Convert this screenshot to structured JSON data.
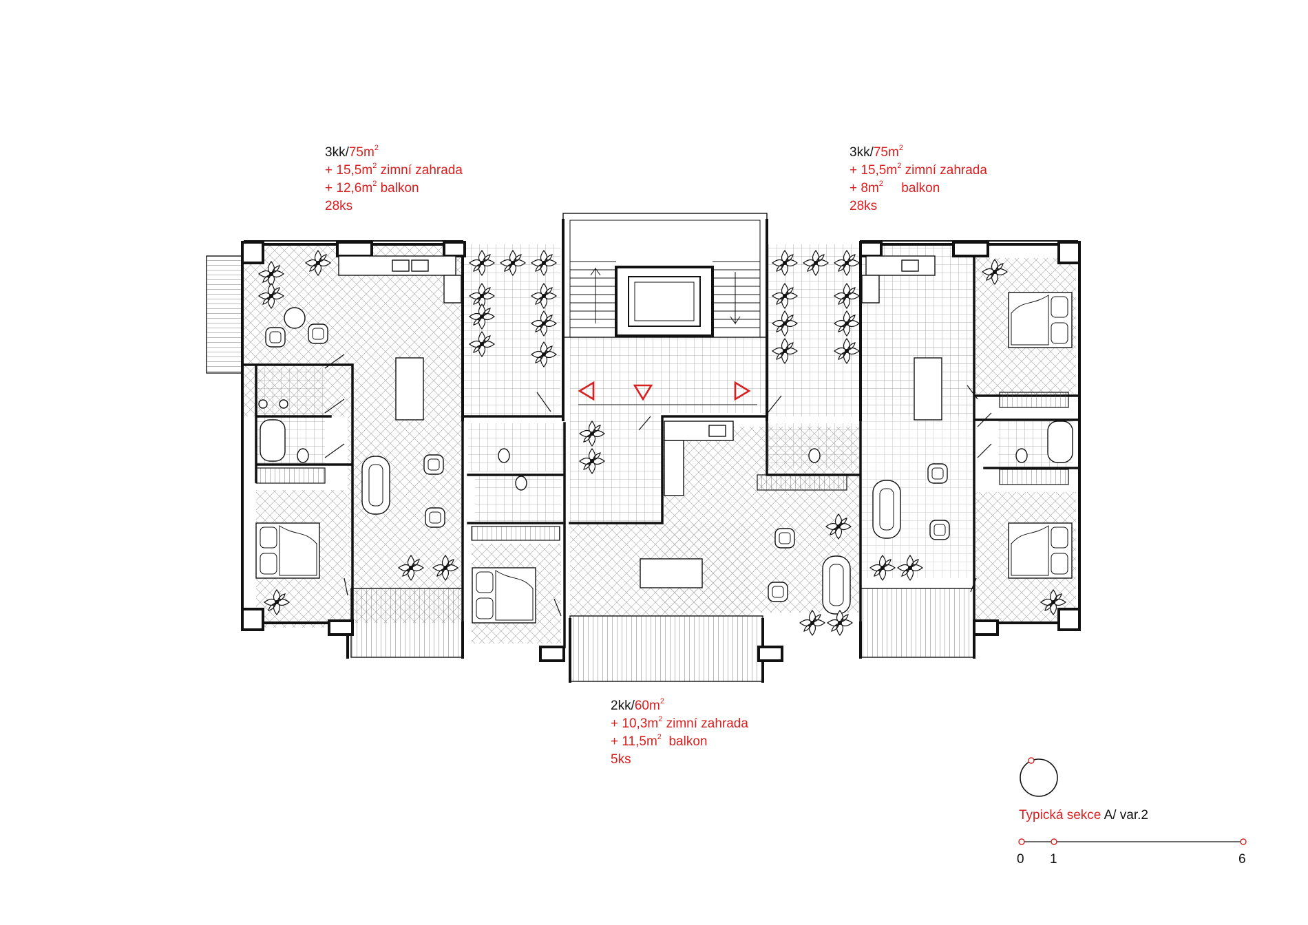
{
  "units": [
    {
      "id": "unit-top-left",
      "type": "3kk/",
      "area": "75m",
      "winter_garden": {
        "prefix": "+ 15,5m",
        "suffix": " zimní zahrada"
      },
      "balcony": {
        "prefix": "+ 12,6m",
        "suffix": " balkon"
      },
      "count": "28ks"
    },
    {
      "id": "unit-top-right",
      "type": "3kk/",
      "area": "75m",
      "winter_garden": {
        "prefix": "+ 15,5m",
        "suffix": " zimní zahrada"
      },
      "balcony": {
        "prefix": "+ 8m",
        "suffix": "     balkon"
      },
      "count": "28ks"
    },
    {
      "id": "unit-bottom-center",
      "type": "2kk/",
      "area": "60m",
      "winter_garden": {
        "prefix": "+ 10,3m",
        "suffix": " zimní zahrada"
      },
      "balcony": {
        "prefix": "+ 11,5m",
        "suffix": "  balkon"
      },
      "count": "5ks"
    }
  ],
  "squared": "2",
  "legend": {
    "title_red": "Typická sekce ",
    "title_black": "A/ var.2",
    "scale_labels": [
      "0",
      "1",
      "6"
    ],
    "north_icon": "north-arrow-circle-icon"
  },
  "colors": {
    "accent": "#d81e1e",
    "ink": "#111111",
    "hatch": "#9a9a9a"
  }
}
